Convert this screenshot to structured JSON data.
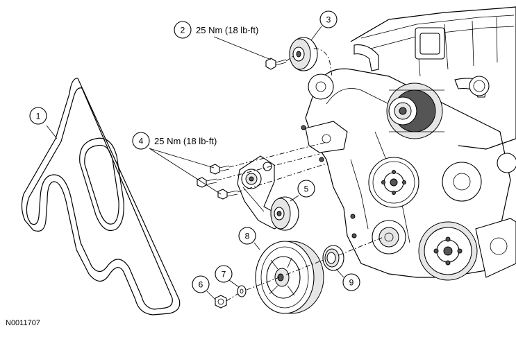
{
  "diagram": {
    "figure_id": "N0011707",
    "callouts": [
      {
        "number": "1"
      },
      {
        "number": "2",
        "torque": "25 Nm (18 lb-ft)"
      },
      {
        "number": "3"
      },
      {
        "number": "4",
        "torque": "25 Nm (18 lb-ft)"
      },
      {
        "number": "5"
      },
      {
        "number": "6"
      },
      {
        "number": "7"
      },
      {
        "number": "8"
      },
      {
        "number": "9"
      }
    ]
  }
}
